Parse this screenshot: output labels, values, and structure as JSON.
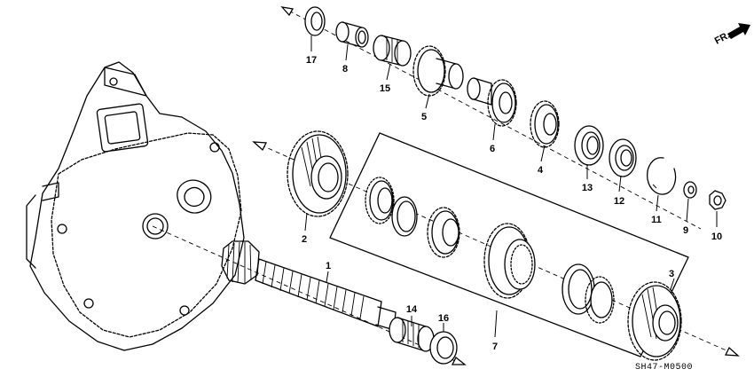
{
  "diagram": {
    "drawing_code": "SH47-M0500",
    "direction_label": "FR.",
    "parts": [
      {
        "ref": "1"
      },
      {
        "ref": "2"
      },
      {
        "ref": "3"
      },
      {
        "ref": "4"
      },
      {
        "ref": "5"
      },
      {
        "ref": "6"
      },
      {
        "ref": "7"
      },
      {
        "ref": "8"
      },
      {
        "ref": "9"
      },
      {
        "ref": "10"
      },
      {
        "ref": "11"
      },
      {
        "ref": "12"
      },
      {
        "ref": "13"
      },
      {
        "ref": "14"
      },
      {
        "ref": "15"
      },
      {
        "ref": "16"
      },
      {
        "ref": "17"
      }
    ]
  }
}
